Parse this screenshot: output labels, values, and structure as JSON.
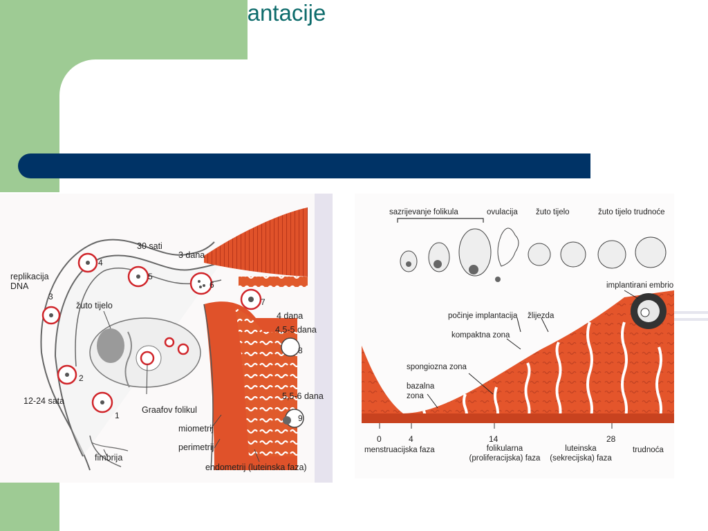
{
  "slide": {
    "title": "Maternica u vrijeme implantacije",
    "colors": {
      "green": "#9ecb94",
      "navy": "#003366",
      "title": "#0d6b6b",
      "tissue": "#e0522a",
      "tissue_dark": "#b8361a"
    }
  },
  "left_figure": {
    "labels": {
      "replikacija": "replikacija\nDNA",
      "sati30": "30 sati",
      "dana3": "3 dana",
      "zuto_tijelo": "žuto tijelo",
      "dana4": "4 dana",
      "dana45_5": "4,5-5 dana",
      "dana55_6": "5,5-6 dana",
      "sata12_24": "12-24 sata",
      "graafov": "Graafov folikul",
      "miometrij": "miometrij",
      "perimetrij": "perimetrij",
      "endometrij": "endometrij (luteinska faza)",
      "fimbrija": "fimbrija"
    },
    "stages": [
      "1",
      "2",
      "3",
      "4",
      "5",
      "6",
      "7",
      "8",
      "9"
    ]
  },
  "right_figure": {
    "top_labels": {
      "sazrijevanje": "sazrijevanje folikula",
      "ovulacija": "ovulacija",
      "zuto_tijelo": "žuto tijelo",
      "zuto_trudnoce": "žuto tijelo trudnoće"
    },
    "labels": {
      "implantirani": "implantirani embrio",
      "pocinje": "počinje implantacija",
      "zlijezda": "žlijezda",
      "kompaktna": "kompaktna zona",
      "spongiozna": "spongiozna zona",
      "bazalna": "bazalna\nzona"
    },
    "axis": {
      "ticks": [
        "0",
        "4",
        "14",
        "28"
      ],
      "phases": {
        "menstruacijska": "menstruacijska faza",
        "folikularna": "folikularna\n(proliferacijska) faza",
        "luteinska": "luteinska\n(sekrecijska) faza",
        "trudnoca": "trudnoća"
      }
    }
  }
}
